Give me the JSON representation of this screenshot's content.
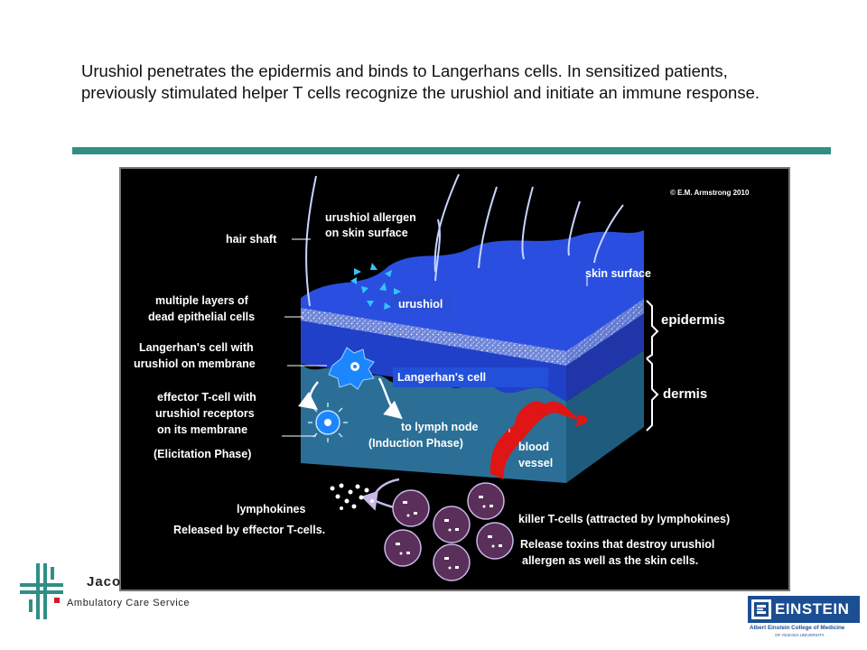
{
  "caption": "Urushiol penetrates the epidermis and binds to Langerhans cells.  In sensitized patients, previously stimulated helper T cells recognize the urushiol and initiate an immune response.",
  "colors": {
    "rule": "#2f8f84",
    "figure_bg": "#000000",
    "epidermis": "#1f3fc8",
    "dermis": "#2a6f95",
    "blood": "#e01515",
    "killer_cell": "#5a2f5a"
  },
  "diagram": {
    "copyright": "© E.M. Armstrong 2010",
    "labels": {
      "hair_shaft": "hair shaft",
      "allergen_1": "urushiol allergen",
      "allergen_2": "on skin surface",
      "skin_surface": "skin surface",
      "dead_cells_1": "multiple layers of",
      "dead_cells_2": "dead epithelial cells",
      "urushiol": "urushiol",
      "epidermis": "epidermis",
      "langerhans_1": "Langerhan's cell with",
      "langerhans_2": "urushiol on membrane",
      "langerhans_cell": "Langerhan's cell",
      "dermis": "dermis",
      "effector_1": "effector T-cell with",
      "effector_2": "urushiol receptors",
      "effector_3": "on its membrane",
      "elicitation": "(Elicitation Phase)",
      "lymph_1": "to lymph node",
      "lymph_2": "(Induction Phase)",
      "blood_1": "blood",
      "blood_2": "vessel",
      "lymphokines": "lymphokines",
      "released": "Released by effector T-cells.",
      "killer": "killer T-cells (attracted by lymphokines)",
      "toxins_1": "Release toxins that destroy urushiol",
      "toxins_2": "allergen as well as the skin cells."
    }
  },
  "footer": {
    "org_name": "Jaco",
    "org_sub": "Ambulatory Care Service",
    "einstein_word": "EINSTEIN",
    "einstein_sub1": "Albert Einstein College of Medicine",
    "einstein_sub2": "OF YESHIVA UNIVERSITY"
  }
}
